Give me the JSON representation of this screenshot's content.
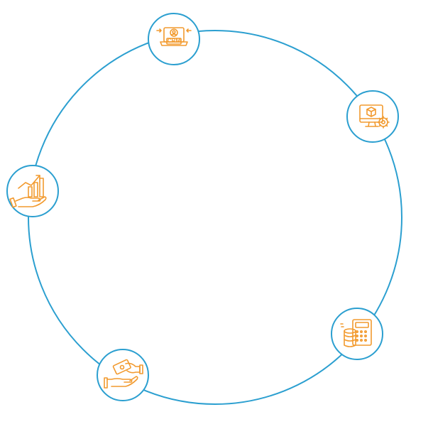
{
  "colors": {
    "ring": "#2b9fd0",
    "icon": "#f29a2e",
    "background": "#ffffff"
  },
  "nodes": [
    {
      "id": "crm",
      "icon": "crm-laptop-icon",
      "label": "CRM"
    },
    {
      "id": "product-management",
      "icon": "monitor-box-gear-icon"
    },
    {
      "id": "accounting",
      "icon": "calculator-coins-icon"
    },
    {
      "id": "payment",
      "icon": "hand-money-exchange-icon"
    },
    {
      "id": "sales-growth",
      "icon": "hand-growth-chart-icon"
    }
  ]
}
